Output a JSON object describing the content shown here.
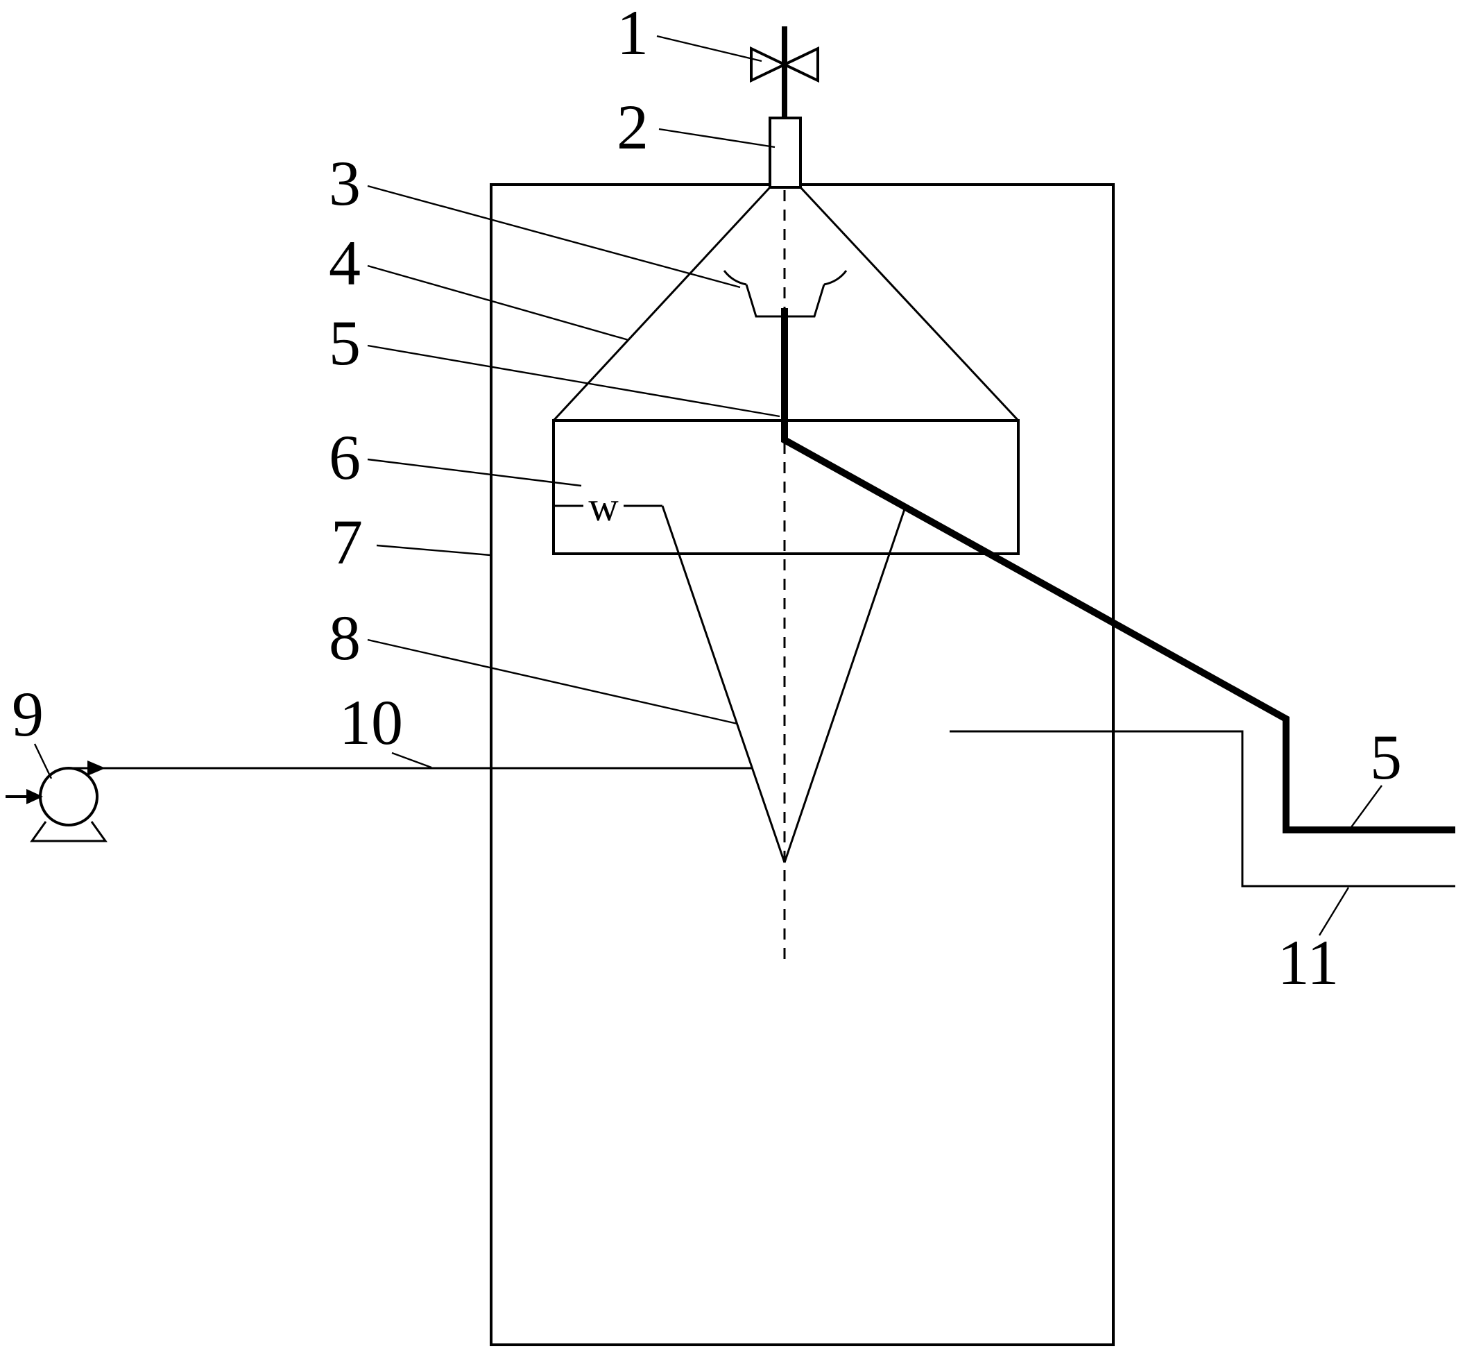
{
  "figure": {
    "type": "apparatus-schematic",
    "background_color": "#ffffff",
    "line_color": "#000000",
    "callouts": {
      "c1": "1",
      "c2": "2",
      "c3": "3",
      "c4": "4",
      "c5_left": "5",
      "c6": "6",
      "c7": "7",
      "c8": "8",
      "c9": "9",
      "c10": "10",
      "c5_right": "5",
      "c11": "11"
    },
    "dimension_labels": {
      "w": "w"
    }
  }
}
